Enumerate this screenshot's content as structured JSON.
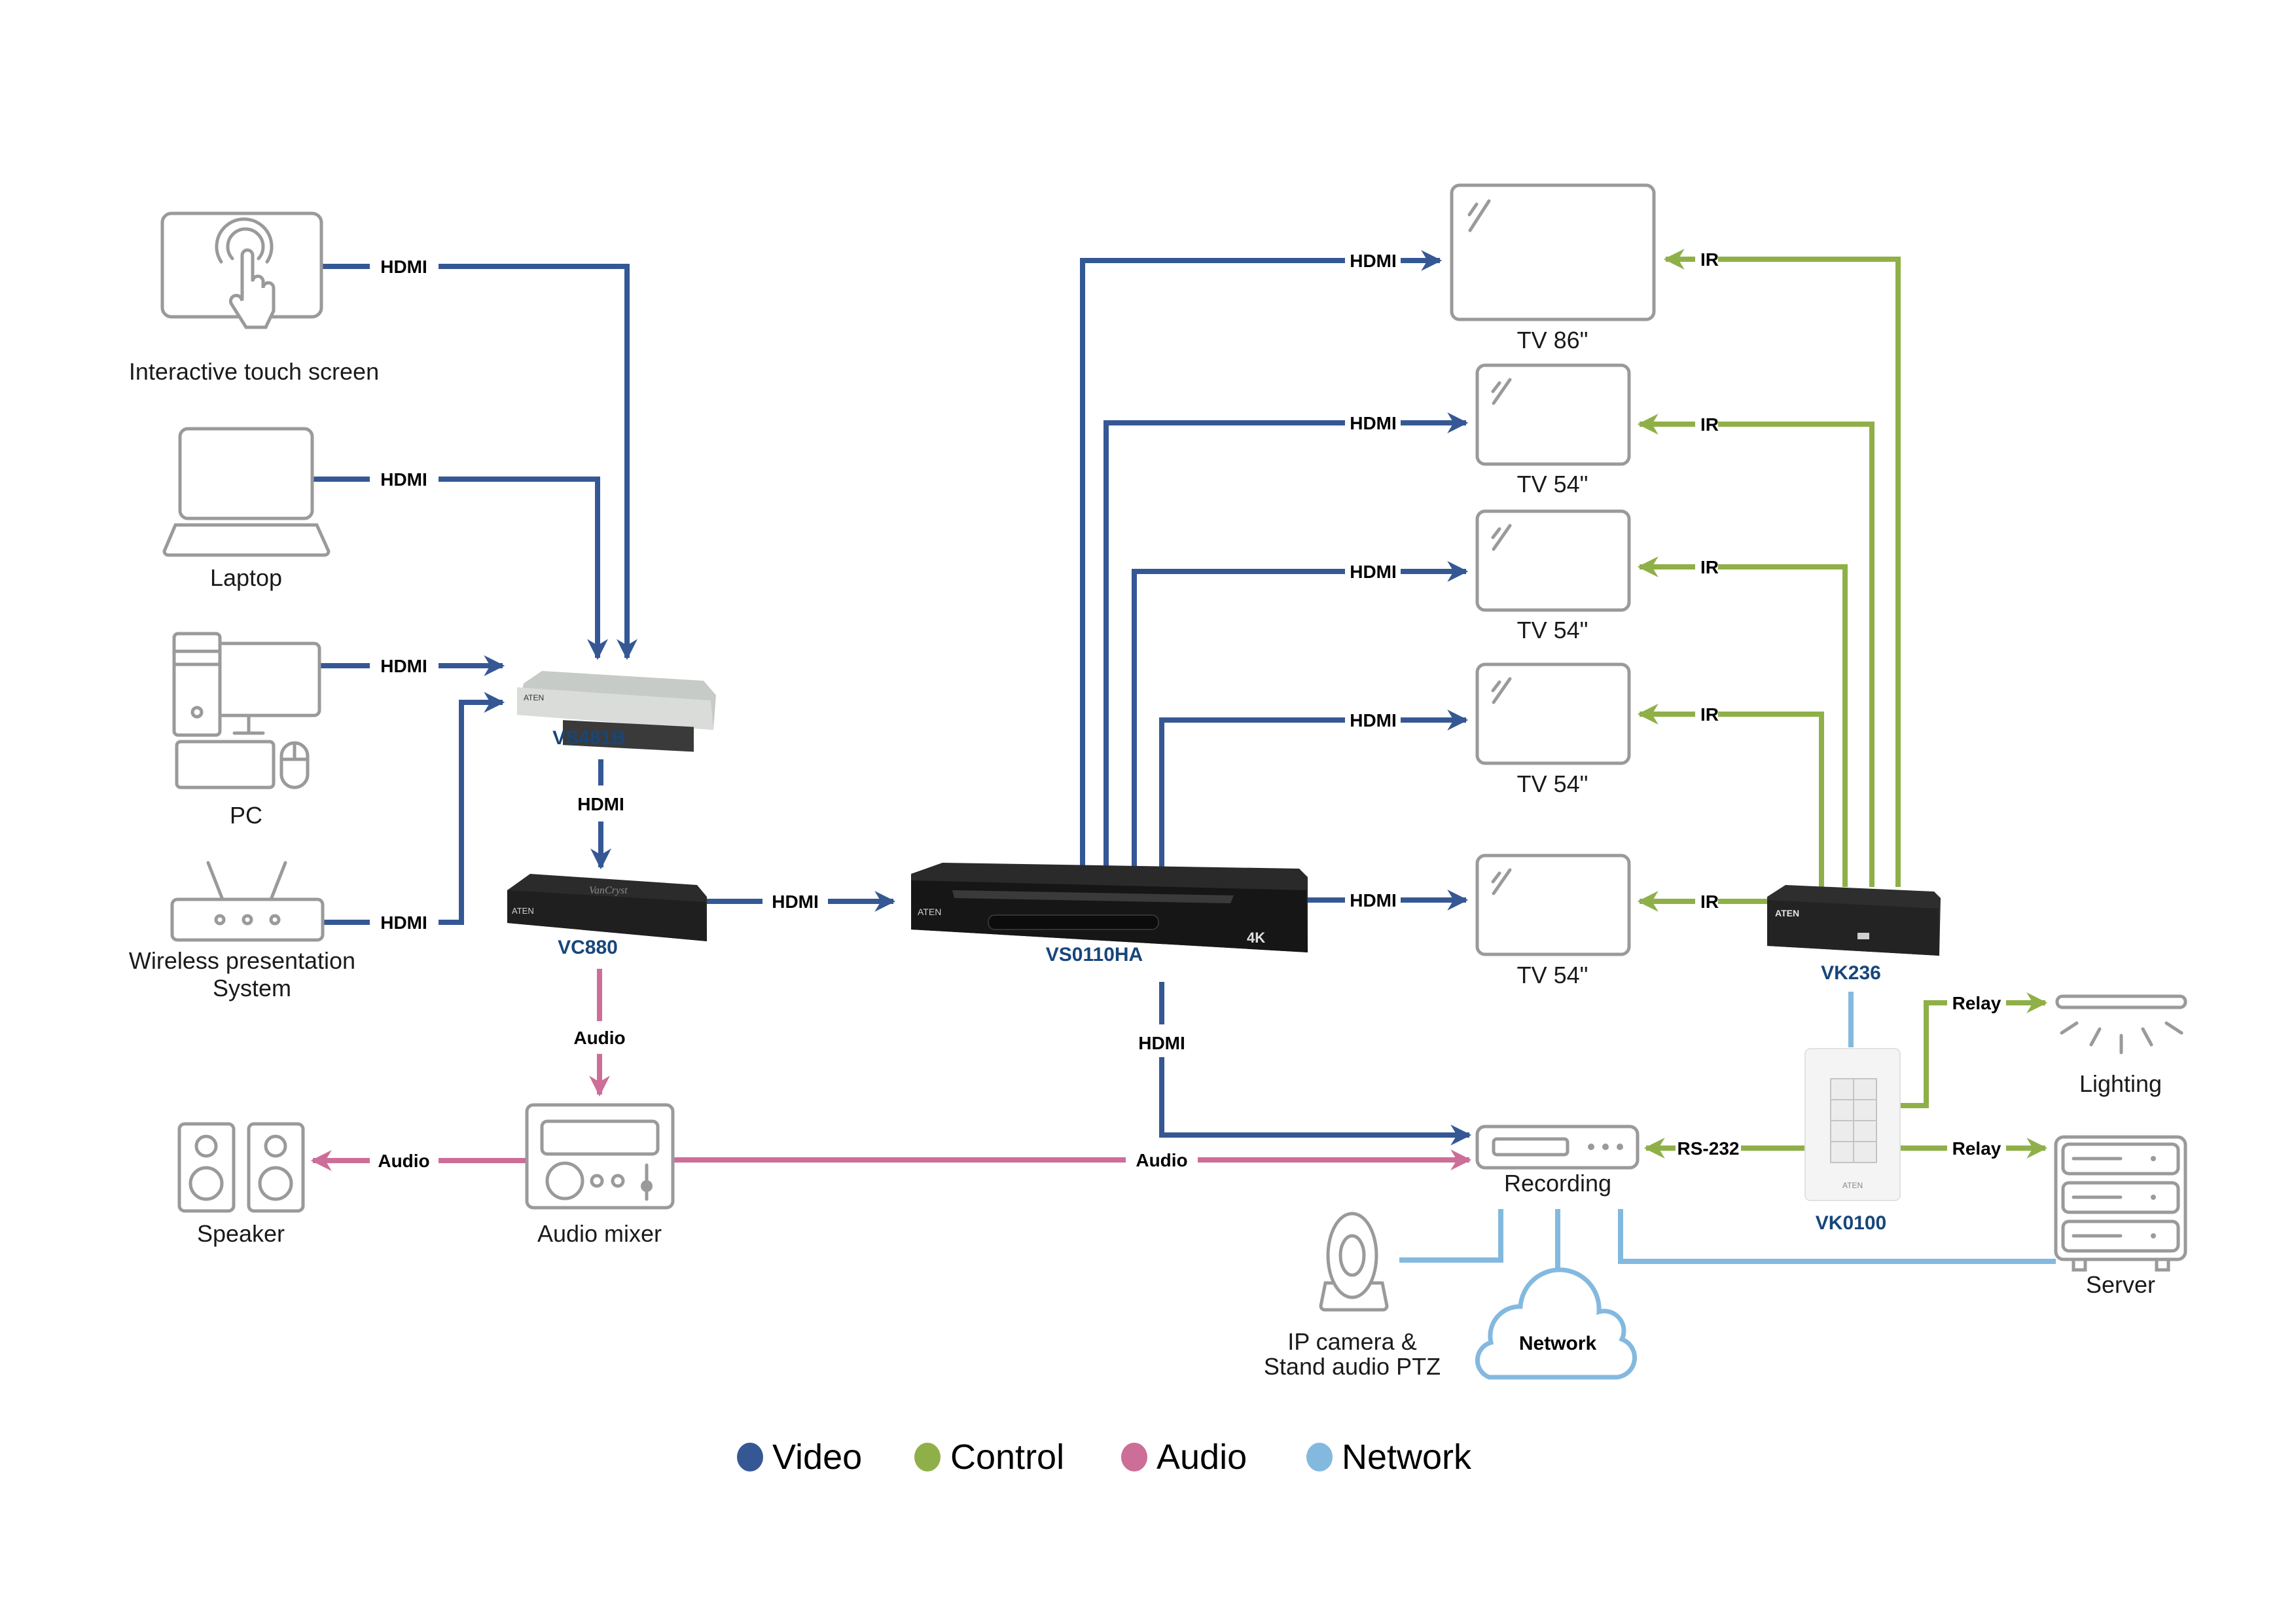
{
  "colors": {
    "video": "#355895",
    "control": "#8fb048",
    "audio": "#cc6e98",
    "network": "#84b9df"
  },
  "sources": {
    "touch_screen": "Interactive touch screen",
    "laptop": "Laptop",
    "pc": "PC",
    "wireless_line1": "Wireless presentation",
    "wireless_line2": "System"
  },
  "devices": {
    "switch": "VS481B",
    "scaler": "VC880",
    "splitter": "VS0110HA",
    "controller": "VK236",
    "control_pad": "VK0100"
  },
  "displays": [
    {
      "label": "TV 86\""
    },
    {
      "label": "TV 54\""
    },
    {
      "label": "TV 54\""
    },
    {
      "label": "TV 54\""
    },
    {
      "label": "TV 54\""
    }
  ],
  "endpoints": {
    "speaker": "Speaker",
    "audio_mixer": "Audio mixer",
    "recording": "Recording",
    "camera_line1": "IP camera &",
    "camera_line2": "Stand audio PTZ",
    "network": "Network",
    "lighting": "Lighting",
    "server": "Server"
  },
  "connections": {
    "hdmi": "HDMI",
    "ir": "IR",
    "audio": "Audio",
    "rs232": "RS-232",
    "relay": "Relay"
  },
  "legend": [
    {
      "key": "video",
      "label": "Video"
    },
    {
      "key": "control",
      "label": "Control"
    },
    {
      "key": "audio",
      "label": "Audio"
    },
    {
      "key": "network",
      "label": "Network"
    }
  ]
}
